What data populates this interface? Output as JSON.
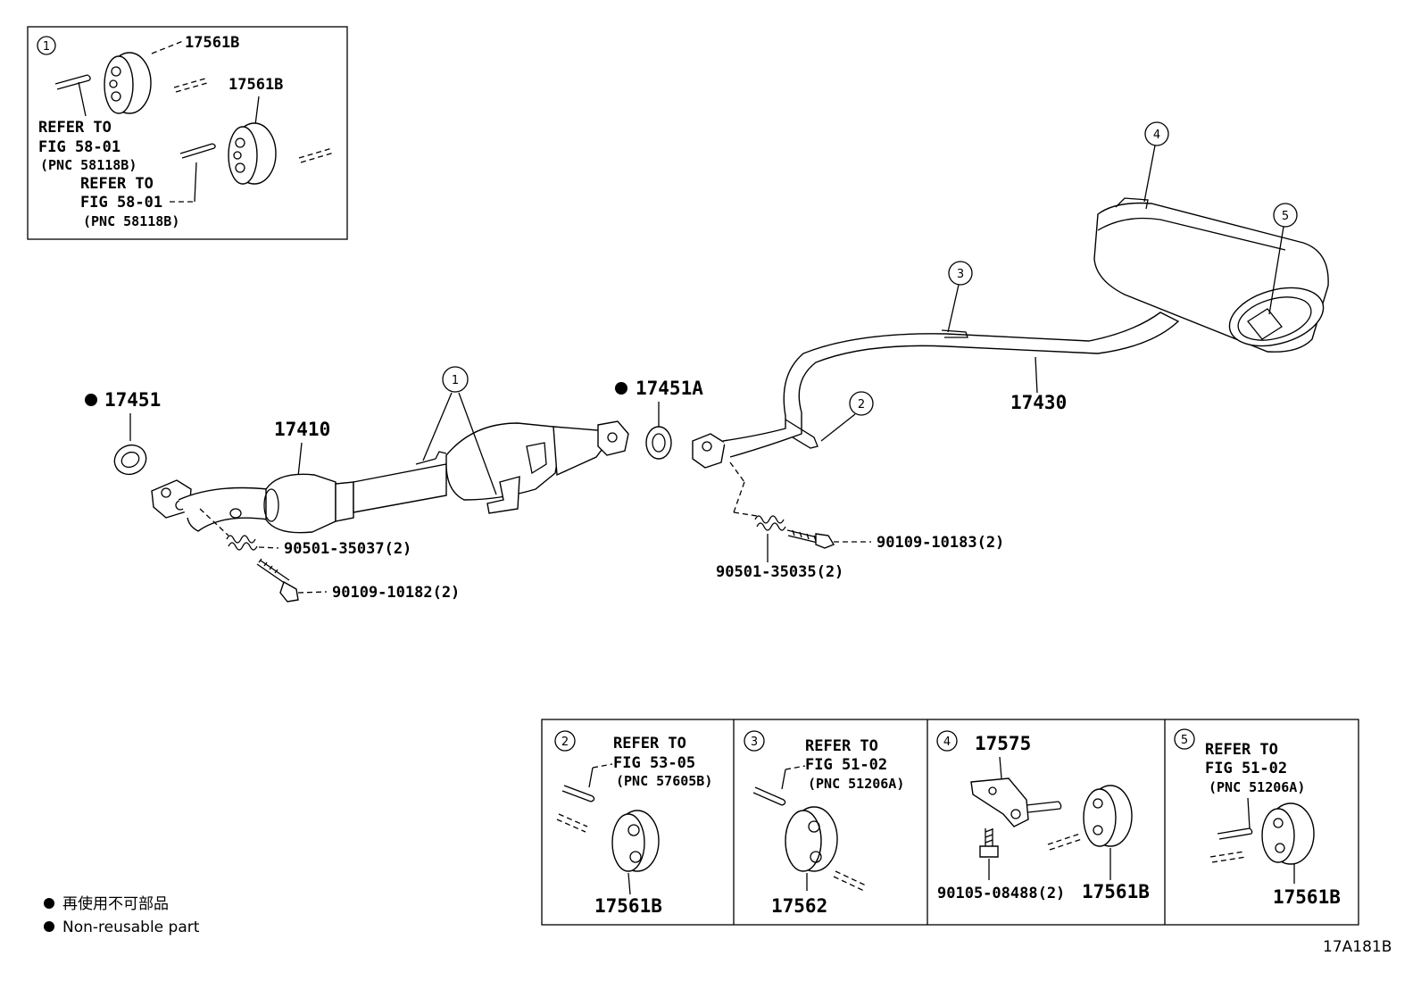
{
  "diagram_code": "17A181B",
  "legend": {
    "japanese": "再使用不可部品",
    "english": "Non-reusable part"
  },
  "main_parts": {
    "gasket_front": "17451",
    "front_pipe": "17410",
    "gasket_center": "17451A",
    "tail_pipe": "17430",
    "spring_front": "90501-35037(2)",
    "bolt_front": "90109-10182(2)",
    "spring_rear": "90501-35035(2)",
    "bolt_rear": "90109-10183(2)"
  },
  "callouts": {
    "c1": "1",
    "c2": "2",
    "c3": "3",
    "c4": "4",
    "c5": "5"
  },
  "inset1": {
    "num": "1",
    "hanger_a": "17561B",
    "hanger_b": "17561B",
    "ref_a_line1": "REFER TO",
    "ref_a_line2": "FIG 58-01",
    "ref_a_line3": "(PNC 58118B)",
    "ref_b_line1": "REFER TO",
    "ref_b_line2": "FIG 58-01",
    "ref_b_line3": "(PNC 58118B)"
  },
  "bottom_insets": [
    {
      "num": "2",
      "ref1": "REFER TO",
      "ref2": "FIG 53-05",
      "ref3": "(PNC 57605B)",
      "part": "17561B"
    },
    {
      "num": "3",
      "ref1": "REFER TO",
      "ref2": "FIG 51-02",
      "ref3": "(PNC 51206A)",
      "part": "17562"
    },
    {
      "num": "4",
      "bracket": "17575",
      "bolt": "90105-08488(2)",
      "part": "17561B"
    },
    {
      "num": "5",
      "ref1": "REFER TO",
      "ref2": "FIG 51-02",
      "ref3": "(PNC 51206A)",
      "part": "17561B"
    }
  ]
}
